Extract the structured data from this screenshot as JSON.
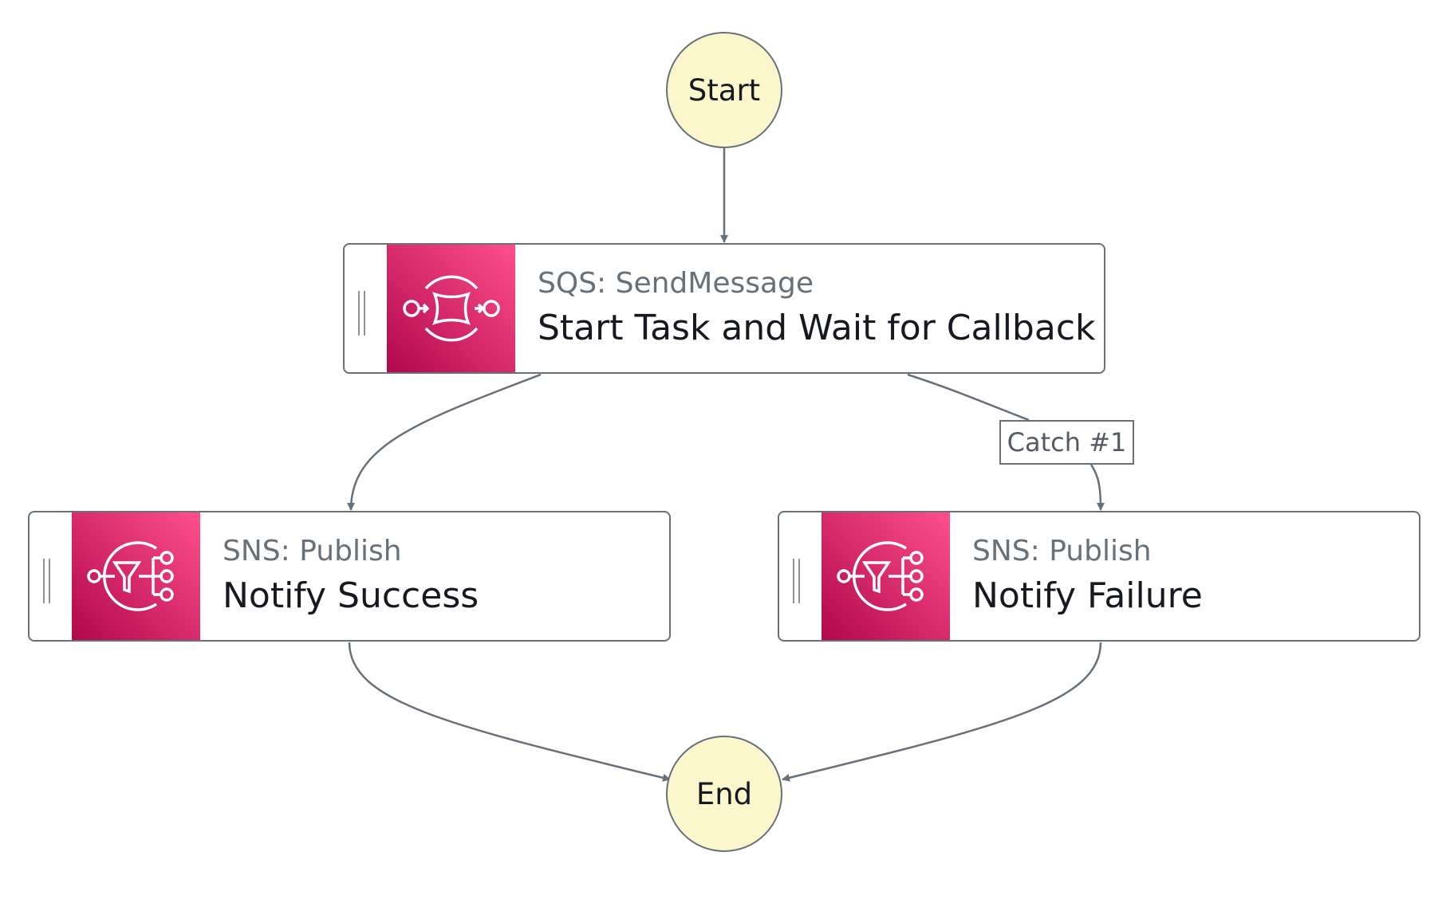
{
  "nodes": {
    "start": {
      "label": "Start"
    },
    "end": {
      "label": "End"
    },
    "task": {
      "service": "SQS: SendMessage",
      "name": "Start Task and Wait for Callback",
      "icon": "sqs-icon"
    },
    "success": {
      "service": "SNS: Publish",
      "name": "Notify Success",
      "icon": "sns-icon"
    },
    "failure": {
      "service": "SNS: Publish",
      "name": "Notify Failure",
      "icon": "sns-icon"
    }
  },
  "edges": {
    "catch_label": "Catch #1"
  },
  "colors": {
    "terminal_fill": "#fbf6cc",
    "border": "#687078",
    "icon_gradient_start": "#b0084d",
    "icon_gradient_end": "#ff4f8b",
    "service_text": "#687078",
    "name_text": "#16191f"
  }
}
